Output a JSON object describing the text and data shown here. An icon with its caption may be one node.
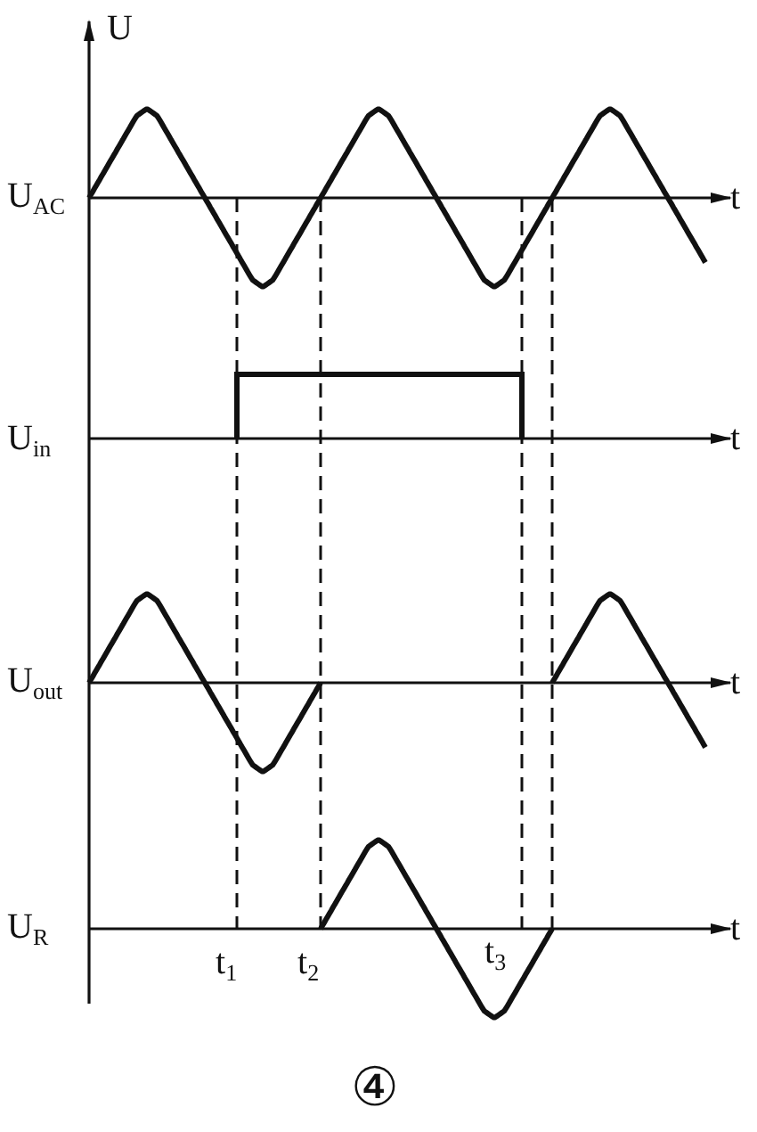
{
  "diagram": {
    "caption": "④",
    "labels": [
      "U",
      "U$_{AC}$",
      "t",
      "U$_{in}$",
      "t",
      "U$_{out}$",
      "t",
      "U$_{R}$",
      "t",
      "t$_{1}$",
      "t$_{2}$",
      "t$_{3}$"
    ]
  }
}
